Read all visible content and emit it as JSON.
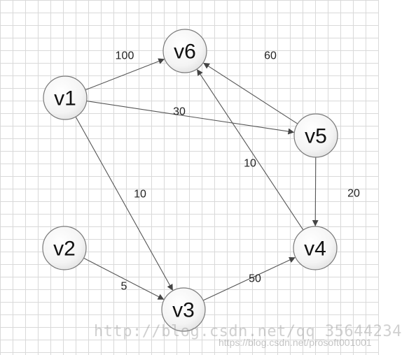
{
  "nodes": [
    {
      "id": "v1",
      "label": "v1"
    },
    {
      "id": "v2",
      "label": "v2"
    },
    {
      "id": "v3",
      "label": "v3"
    },
    {
      "id": "v4",
      "label": "v4"
    },
    {
      "id": "v5",
      "label": "v5"
    },
    {
      "id": "v6",
      "label": "v6"
    }
  ],
  "edges": [
    {
      "from": "v1",
      "to": "v6",
      "weight": "100"
    },
    {
      "from": "v1",
      "to": "v5",
      "weight": "30"
    },
    {
      "from": "v1",
      "to": "v3",
      "weight": "10"
    },
    {
      "from": "v2",
      "to": "v3",
      "weight": "5"
    },
    {
      "from": "v3",
      "to": "v4",
      "weight": "50"
    },
    {
      "from": "v4",
      "to": "v6",
      "weight": "10"
    },
    {
      "from": "v5",
      "to": "v6",
      "weight": "60"
    },
    {
      "from": "v5",
      "to": "v4",
      "weight": "20"
    }
  ],
  "watermark": {
    "primary": "http://blog.csdn.net/qq_35644234",
    "secondary": "https://blog.csdn.net/prosoft001001"
  },
  "colors": {
    "grid": "#d9d9d9",
    "node_fill_light": "#ffffff",
    "node_fill_dark": "#e6e6e6",
    "edge": "#555555"
  }
}
